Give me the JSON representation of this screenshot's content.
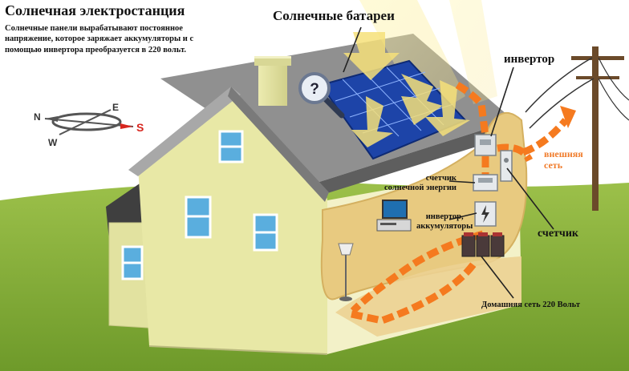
{
  "title": "Солнечная электростанция",
  "description": "Солнечные панели вырабатывают постоянное напряжение, которое заряжает аккумуляторы и с помощью инвертора преобразуется в 220 вольт.",
  "labels": {
    "solar_panels": "Солнечные батареи",
    "inverter": "инвертор",
    "solar_meter": [
      "счетчик",
      "солнечной энергии"
    ],
    "inverter_batteries": [
      "инвертор,",
      "аккумуляторы"
    ],
    "meter": "счетчик",
    "home_network": "Домашняя сеть 220 Вольт",
    "external_grid": [
      "внешняя",
      "сеть"
    ]
  },
  "compass": {
    "north": "N",
    "east": "E",
    "west": "W",
    "south": "S"
  },
  "icons": [
    "magnifier-question-icon",
    "compass-icon",
    "lightning-icon",
    "lamp-icon",
    "computer-icon",
    "power-pole-icon"
  ],
  "colors": {
    "sky": "#ffffff",
    "grass": "#86ad3a",
    "wall": "#e6e6a2",
    "roof": "#8d8d8d",
    "panel": "#1d44a8",
    "interior": "#e9cc83",
    "energy_arrow": "#f57a1f",
    "compass_south": "#d7261f"
  }
}
